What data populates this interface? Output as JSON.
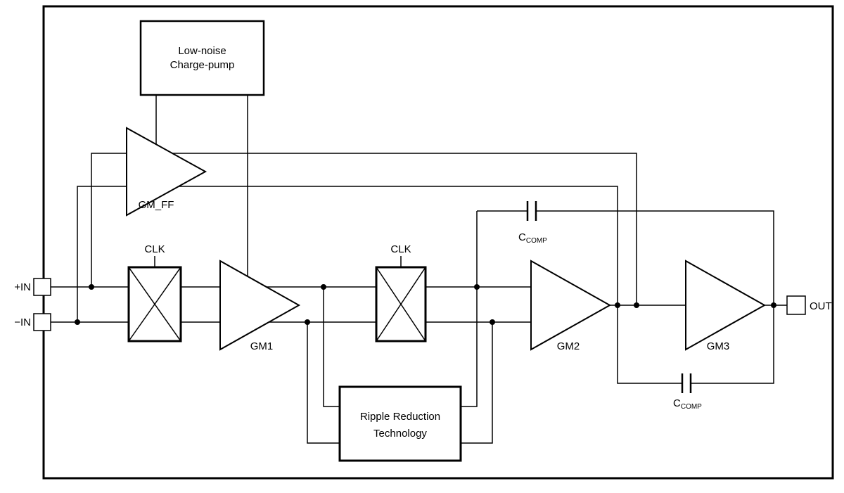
{
  "figure": {
    "background_color": "#ffffff",
    "line_color": "#000000",
    "labels": {
      "charge_pump_line1": "Low-noise",
      "charge_pump_line2": "Charge-pump",
      "gm_ff": "GM_FF",
      "gm1": "GM1",
      "gm2": "GM2",
      "gm3": "GM3",
      "clk_input_chopper": "CLK",
      "clk_output_chopper": "CLK",
      "pin_in_positive": "+IN",
      "pin_in_negative": "−IN",
      "pin_out": "OUT",
      "ripple_line1": "Ripple Reduction",
      "ripple_line2": "Technology",
      "ccomp_top_main": "C",
      "ccomp_top_sub": "COMP",
      "ccomp_bottom_main": "C",
      "ccomp_bottom_sub": "COMP"
    }
  }
}
